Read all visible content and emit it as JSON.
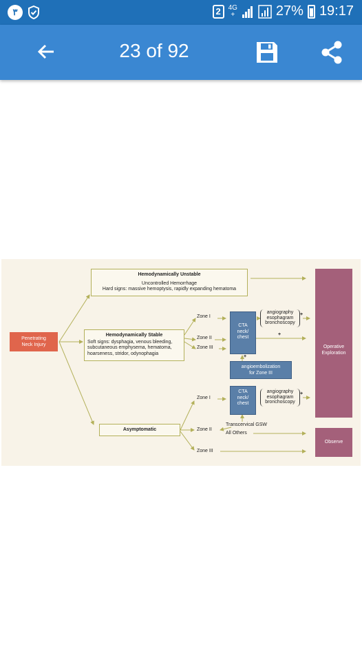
{
  "status_bar": {
    "notification_badge": "٣",
    "sim_slot": "2",
    "network": "4G",
    "network_sub": "+",
    "battery": "27%",
    "time": "19:17"
  },
  "app_bar": {
    "page_indicator": "23 of 92"
  },
  "flowchart": {
    "start": "Penetrating\nNeck Injury",
    "unstable_title": "Hemodynamically Unstable",
    "unstable_line1": "Uncontrolled Hemorrhage",
    "unstable_line2": "Hard signs: massive hemoptysis, rapidly expanding hematoma",
    "stable_title": "Hemodynamically Stable",
    "stable_signs": "Soft signs: dysphagia, venous bleeding,\nsubcutaneous emphysema, hematoma,\nhoarseness, stridor, odynophagia",
    "asymptomatic": "Asymptomatic",
    "zone1": "Zone I",
    "zone2": "Zone II",
    "zone3": "Zone III",
    "cta": "CTA\nneck/\nchest",
    "studies": "angiography\nesophagram\nbronchoscopy",
    "angioembolization": "angioembolization\nfor Zone III",
    "transcervical": "Transcervical GSW",
    "all_others": "All Others",
    "plus": "+",
    "operative": "Operative\nExploration",
    "observe": "Observe"
  }
}
